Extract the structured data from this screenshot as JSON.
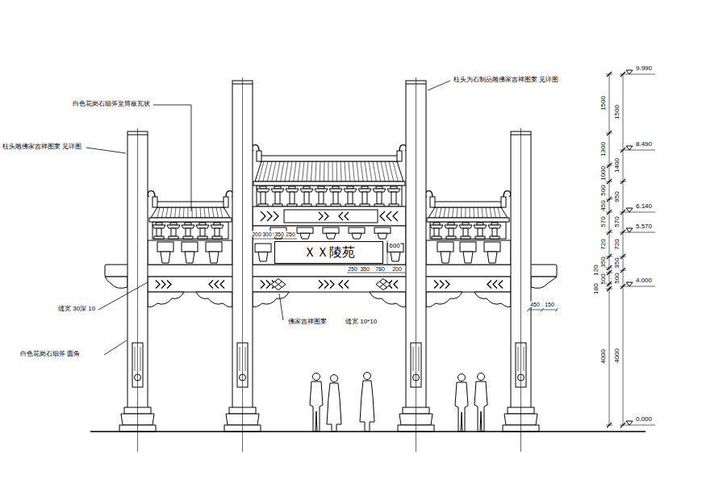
{
  "diagram": {
    "nodes": [
      {
        "text": [
          "ＸＸ陵苑"
        ]
      }
    ],
    "labels": [
      "白色花岗石细斧至筒板瓦状",
      "柱头雕佛家吉祥图案 见详图",
      "柱头为石制品雕佛家吉祥图案 见详图",
      "缝宽 30深 10",
      "佛家吉祥图案",
      "缝宽 10*10",
      "白色花岗石细斧 圆角",
      "200",
      "300",
      "350",
      "250",
      "600",
      "250",
      "350",
      "780",
      "200",
      "450",
      "150",
      "1500",
      "1300",
      "1000",
      "500",
      "450",
      "570",
      "720",
      "350",
      "120",
      "500",
      "180",
      "4000",
      "1500",
      "1400",
      "950",
      "570",
      "720",
      "350",
      "500",
      "4000",
      "9.990",
      "8.490",
      "6.140",
      "5.570",
      "4.000",
      "0.000"
    ]
  }
}
